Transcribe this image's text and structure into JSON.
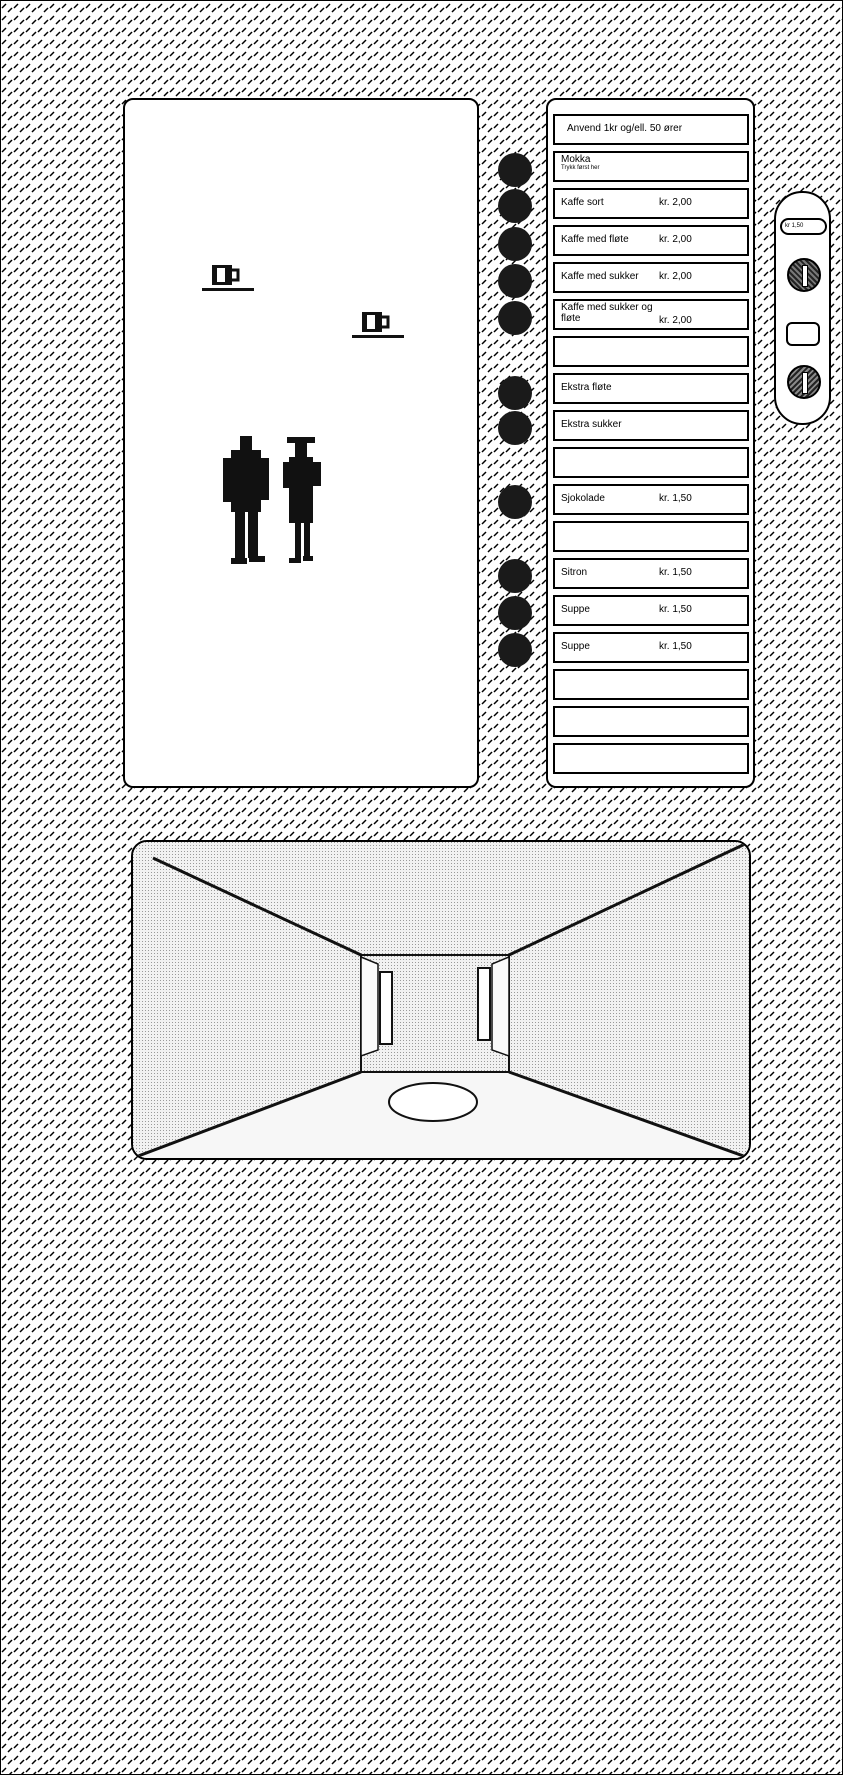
{
  "menu": {
    "header": "Anvend 1kr og/ell. 50 ører",
    "items": [
      {
        "name": "Mokka",
        "sub": "Trykk først her",
        "price": ""
      },
      {
        "name": "Kaffe sort",
        "price": "kr. 2,00"
      },
      {
        "name": "Kaffe med fløte",
        "price": "kr. 2,00"
      },
      {
        "name": "Kaffe med sukker",
        "price": "kr. 2,00"
      },
      {
        "name": "Kaffe med sukker og fløte",
        "price": "kr. 2,00"
      },
      {
        "name": "",
        "price": ""
      },
      {
        "name": "Ekstra fløte",
        "price": ""
      },
      {
        "name": "Ekstra sukker",
        "price": ""
      },
      {
        "name": "",
        "price": ""
      },
      {
        "name": "Sjokolade",
        "price": "kr. 1,50"
      },
      {
        "name": "",
        "price": ""
      },
      {
        "name": "Sitron",
        "price": "kr. 1,50"
      },
      {
        "name": "Suppe",
        "price": "kr. 1,50"
      },
      {
        "name": "Suppe",
        "price": "kr. 1,50"
      },
      {
        "name": "",
        "price": ""
      },
      {
        "name": "",
        "price": ""
      },
      {
        "name": "",
        "price": ""
      }
    ]
  },
  "coin_panel": {
    "balance": "kr 1,50"
  },
  "icons": {
    "cup": "coffee-cup-icon",
    "man": "man-figure-icon",
    "woman": "woman-figure-icon",
    "coin": "coin-icon"
  }
}
